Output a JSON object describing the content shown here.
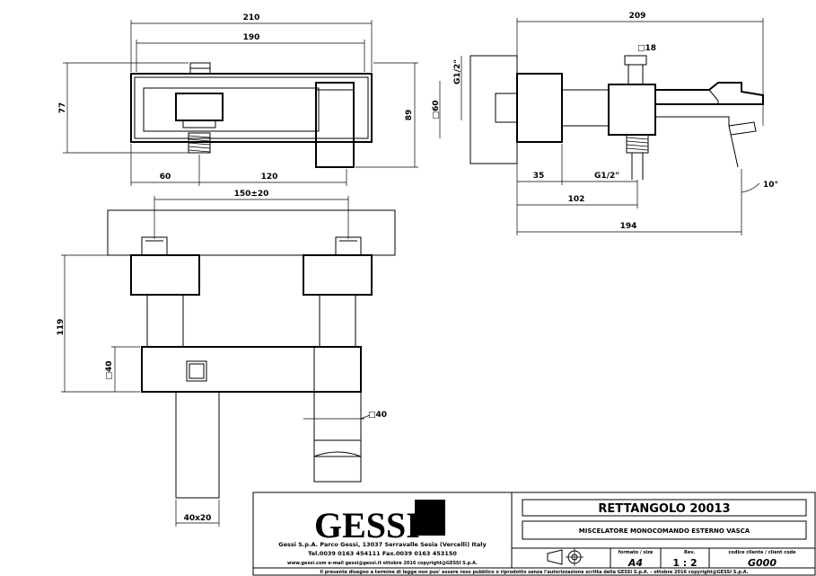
{
  "dimensions": {
    "top_width_total": "210",
    "top_width_inner": "190",
    "top_height_left": "77",
    "top_height_right": "89",
    "top_offset_left": "60",
    "top_offset_right": "120",
    "side_total_width": "209",
    "side_square_top": "□18",
    "side_thread_vertical": "G1/2\"",
    "side_square_left": "□60",
    "side_wall_depth": "35",
    "side_thread_bottom": "G1/2\"",
    "side_mid_length": "102",
    "side_full_length": "194",
    "side_angle": "10°",
    "front_spacing": "150±20",
    "front_height": "119",
    "front_square_body": "□40",
    "front_square_spout": "□40",
    "front_bottom": "40x20"
  },
  "title_block": {
    "logo_text": "GESSI",
    "product_title": "RETTANGOLO 20013",
    "product_subtitle": "MISCELATORE MONOCOMANDO ESTERNO VASCA",
    "company_line": "Gessi S.p.A. Parco Gessi, 13037 Serravalle Sesia (Vercelli) Italy",
    "phone_line": "Tel.0039 0163 454111 Fax.0039 0163 453150",
    "web_line": "www.gessi.com e-mail gessi@gessi.it ottobre 2016 copyright@GESSI S.p.A.",
    "footer_line": "Il presente disegno a termine di legge non puo' essere reso pubblico o riprodotto senza l'autorizzazione scritta della GESSI S.p.A. - ottobre 2016 copyright@GESSI S.p.A.",
    "format_label": "formato / size",
    "format_value": "A4",
    "scale_value": "1 : 2",
    "rev_label": "Rev.",
    "client_code_label": "codice cliente / client code",
    "client_code_value": "G000"
  }
}
